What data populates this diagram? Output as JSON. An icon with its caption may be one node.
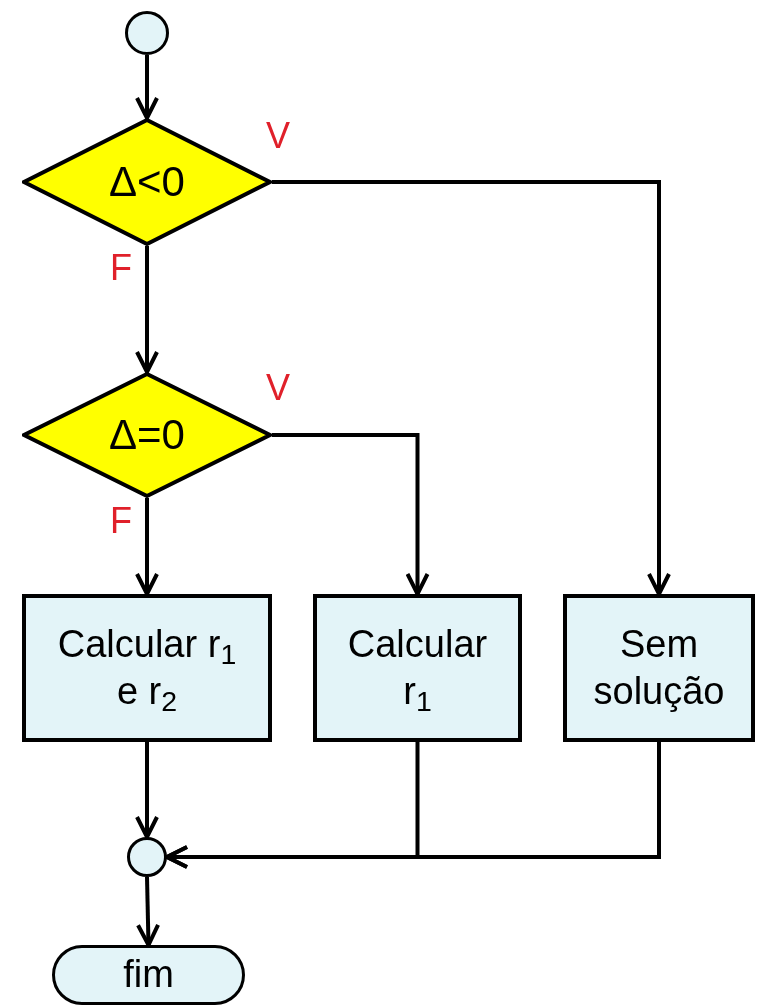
{
  "diagram": {
    "nodes": [
      {
        "text": [],
        "shape": "circle"
      },
      {
        "text": [
          "Δ<0"
        ]
      },
      {
        "text": [
          "Δ=0"
        ]
      },
      {
        "text": [
          "Calcular r$_{1}$ e r$_{2}$"
        ]
      },
      {
        "text": [
          "Calcular r$_{1}$"
        ]
      },
      {
        "text": [
          "Sem solução"
        ]
      },
      {
        "text": [],
        "shape": "circle"
      },
      {
        "text": [
          "fim"
        ]
      }
    ],
    "edges": [
      {
        "from": 0,
        "to": 1,
        "arrow": "to"
      },
      {
        "from": 1,
        "to": 5,
        "arrow": "to",
        "label": "V"
      },
      {
        "from": 1,
        "to": 2,
        "arrow": "to",
        "label": "F"
      },
      {
        "from": 2,
        "to": 4,
        "arrow": "to",
        "label": "V"
      },
      {
        "from": 2,
        "to": 3,
        "arrow": "to",
        "label": "F"
      },
      {
        "from": 3,
        "to": 6,
        "arrow": "to"
      },
      {
        "from": 4,
        "to": 6,
        "arrow": "to"
      },
      {
        "from": 5,
        "to": 6,
        "arrow": "to"
      },
      {
        "from": 6,
        "to": 7,
        "arrow": "to"
      }
    ]
  }
}
